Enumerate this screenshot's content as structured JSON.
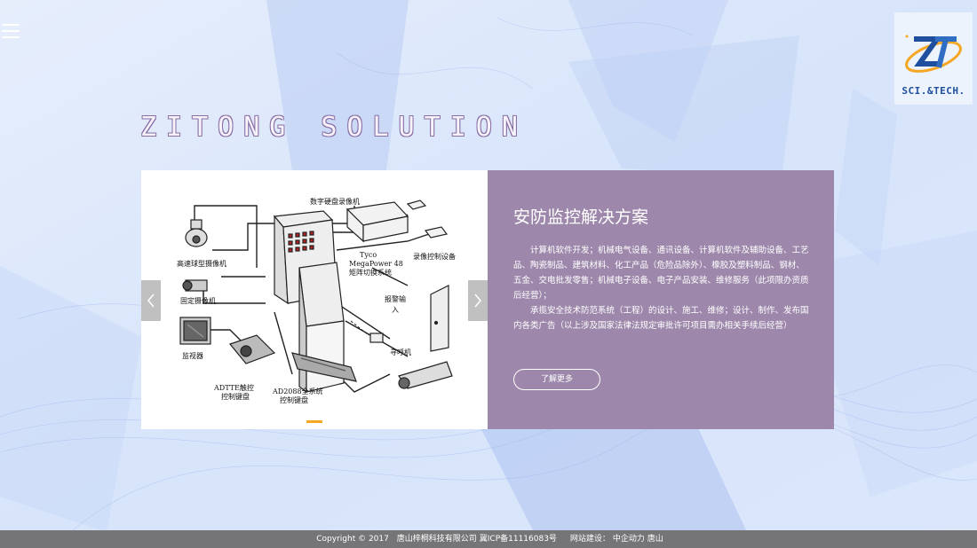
{
  "header": {
    "menu_icon": "hamburger-icon",
    "logo": {
      "icon": "zt-logo-icon",
      "text": "SCI.&TECH.",
      "colors": {
        "primary": "#1d4f9e",
        "accent": "#f5a623"
      }
    }
  },
  "hero": {
    "headline": "ZITONG SOLUTION"
  },
  "slider": {
    "prev_icon": "chevron-left-icon",
    "next_icon": "chevron-right-icon",
    "slide_labels": {
      "dvr": "数字硬盘录像机",
      "ptz": "高速球型摄像机",
      "tyco_1": "Tyco",
      "tyco_2": "MegaPower 48",
      "tyco_3": "矩阵切换系统",
      "recorder": "录像控制设备",
      "fixed_cam": "固定摄像机",
      "alarm_1": "报警输",
      "alarm_2": "入",
      "monitor": "监视器",
      "pager": "寻呼机",
      "keyboard1_1": "ADTTE触控",
      "keyboard1_2": "控制键盘",
      "keyboard2_1": "AD2088全系统",
      "keyboard2_2": "控制键盘"
    },
    "accent_color": "#f5a623"
  },
  "panel": {
    "title": "安防监控解决方案",
    "paragraphs": [
      "计算机软件开发；机械电气设备、通讯设备、计算机软件及辅助设备、工艺品、陶瓷制品、建筑材料、化工产品（危险品除外）、橡胶及塑料制品、钢材、五金、交电批发零售；机械电子设备、电子产品安装、维修服务（此项限办资质后经营）；",
      "承揽安全技术防范系统（工程）的设计、施工、维修；设计、制作、发布国内各类广告（以上涉及国家法律法规定审批许可项目需办相关手续后经营）"
    ],
    "more_label": "了解更多",
    "bg_color": "#9d88ab"
  },
  "footer": {
    "copyright": "Copyright © 2017",
    "company": "唐山梓桐科技有限公司",
    "icp": "冀ICP备11116083号",
    "build_label": "网站建设：",
    "builder": "中企动力",
    "city": "唐山"
  }
}
